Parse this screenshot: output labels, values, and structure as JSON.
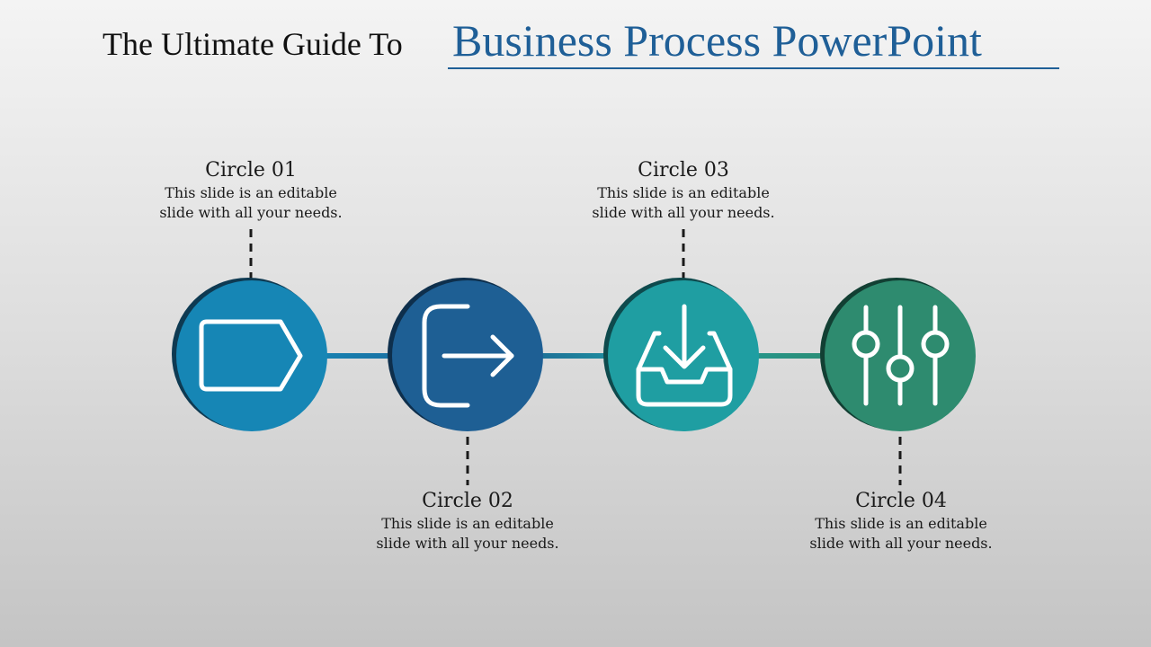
{
  "title": {
    "prefix": "The Ultimate Guide To",
    "highlight": "Business Process PowerPoint"
  },
  "colors": {
    "title_accent": "#1f5f97",
    "circle1": "#1686b5",
    "circle2": "#1e5f94",
    "circle3": "#1f9ea2",
    "circle4": "#2e8b6f"
  },
  "steps": [
    {
      "heading": "Circle 01",
      "desc_line1": "This slide is an editable",
      "desc_line2": "slide with all your needs.",
      "icon": "tag-icon"
    },
    {
      "heading": "Circle 02",
      "desc_line1": "This slide is an editable",
      "desc_line2": "slide with all your needs.",
      "icon": "exit-arrow-icon"
    },
    {
      "heading": "Circle 03",
      "desc_line1": "This slide is an editable",
      "desc_line2": "slide with all your needs.",
      "icon": "inbox-download-icon"
    },
    {
      "heading": "Circle 04",
      "desc_line1": "This slide is an editable",
      "desc_line2": "slide with all your needs.",
      "icon": "sliders-icon"
    }
  ]
}
